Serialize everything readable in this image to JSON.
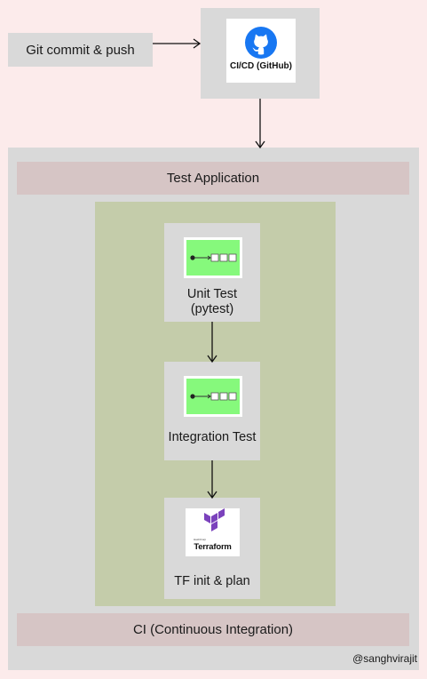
{
  "git_step": {
    "label": "Git commit & push"
  },
  "cicd": {
    "label": "CI/CD (GitHub)",
    "icon": "github-icon",
    "icon_color": "#1877f2"
  },
  "test_application": {
    "label": "Test Application"
  },
  "steps": [
    {
      "label_line1": "Unit Test",
      "label_line2": "(pytest)",
      "icon": "pipeline-icon"
    },
    {
      "label_line1": "Integration Test",
      "icon": "pipeline-icon"
    },
    {
      "label_line1": "TF init & plan",
      "icon": "terraform-logo",
      "logo_text": "Terraform",
      "logo_small": "HashiCorp"
    }
  ],
  "ci_band": {
    "label": "CI (Continuous Integration)"
  },
  "credit": {
    "text": "@sanghvirajit"
  },
  "colors": {
    "background": "#fcebeb",
    "box": "#d9d9d9",
    "band": "#d6c5c5",
    "panel": "#c4ccaa",
    "pipeline_green": "#86f97c",
    "terraform_purple": "#7b42bc"
  }
}
